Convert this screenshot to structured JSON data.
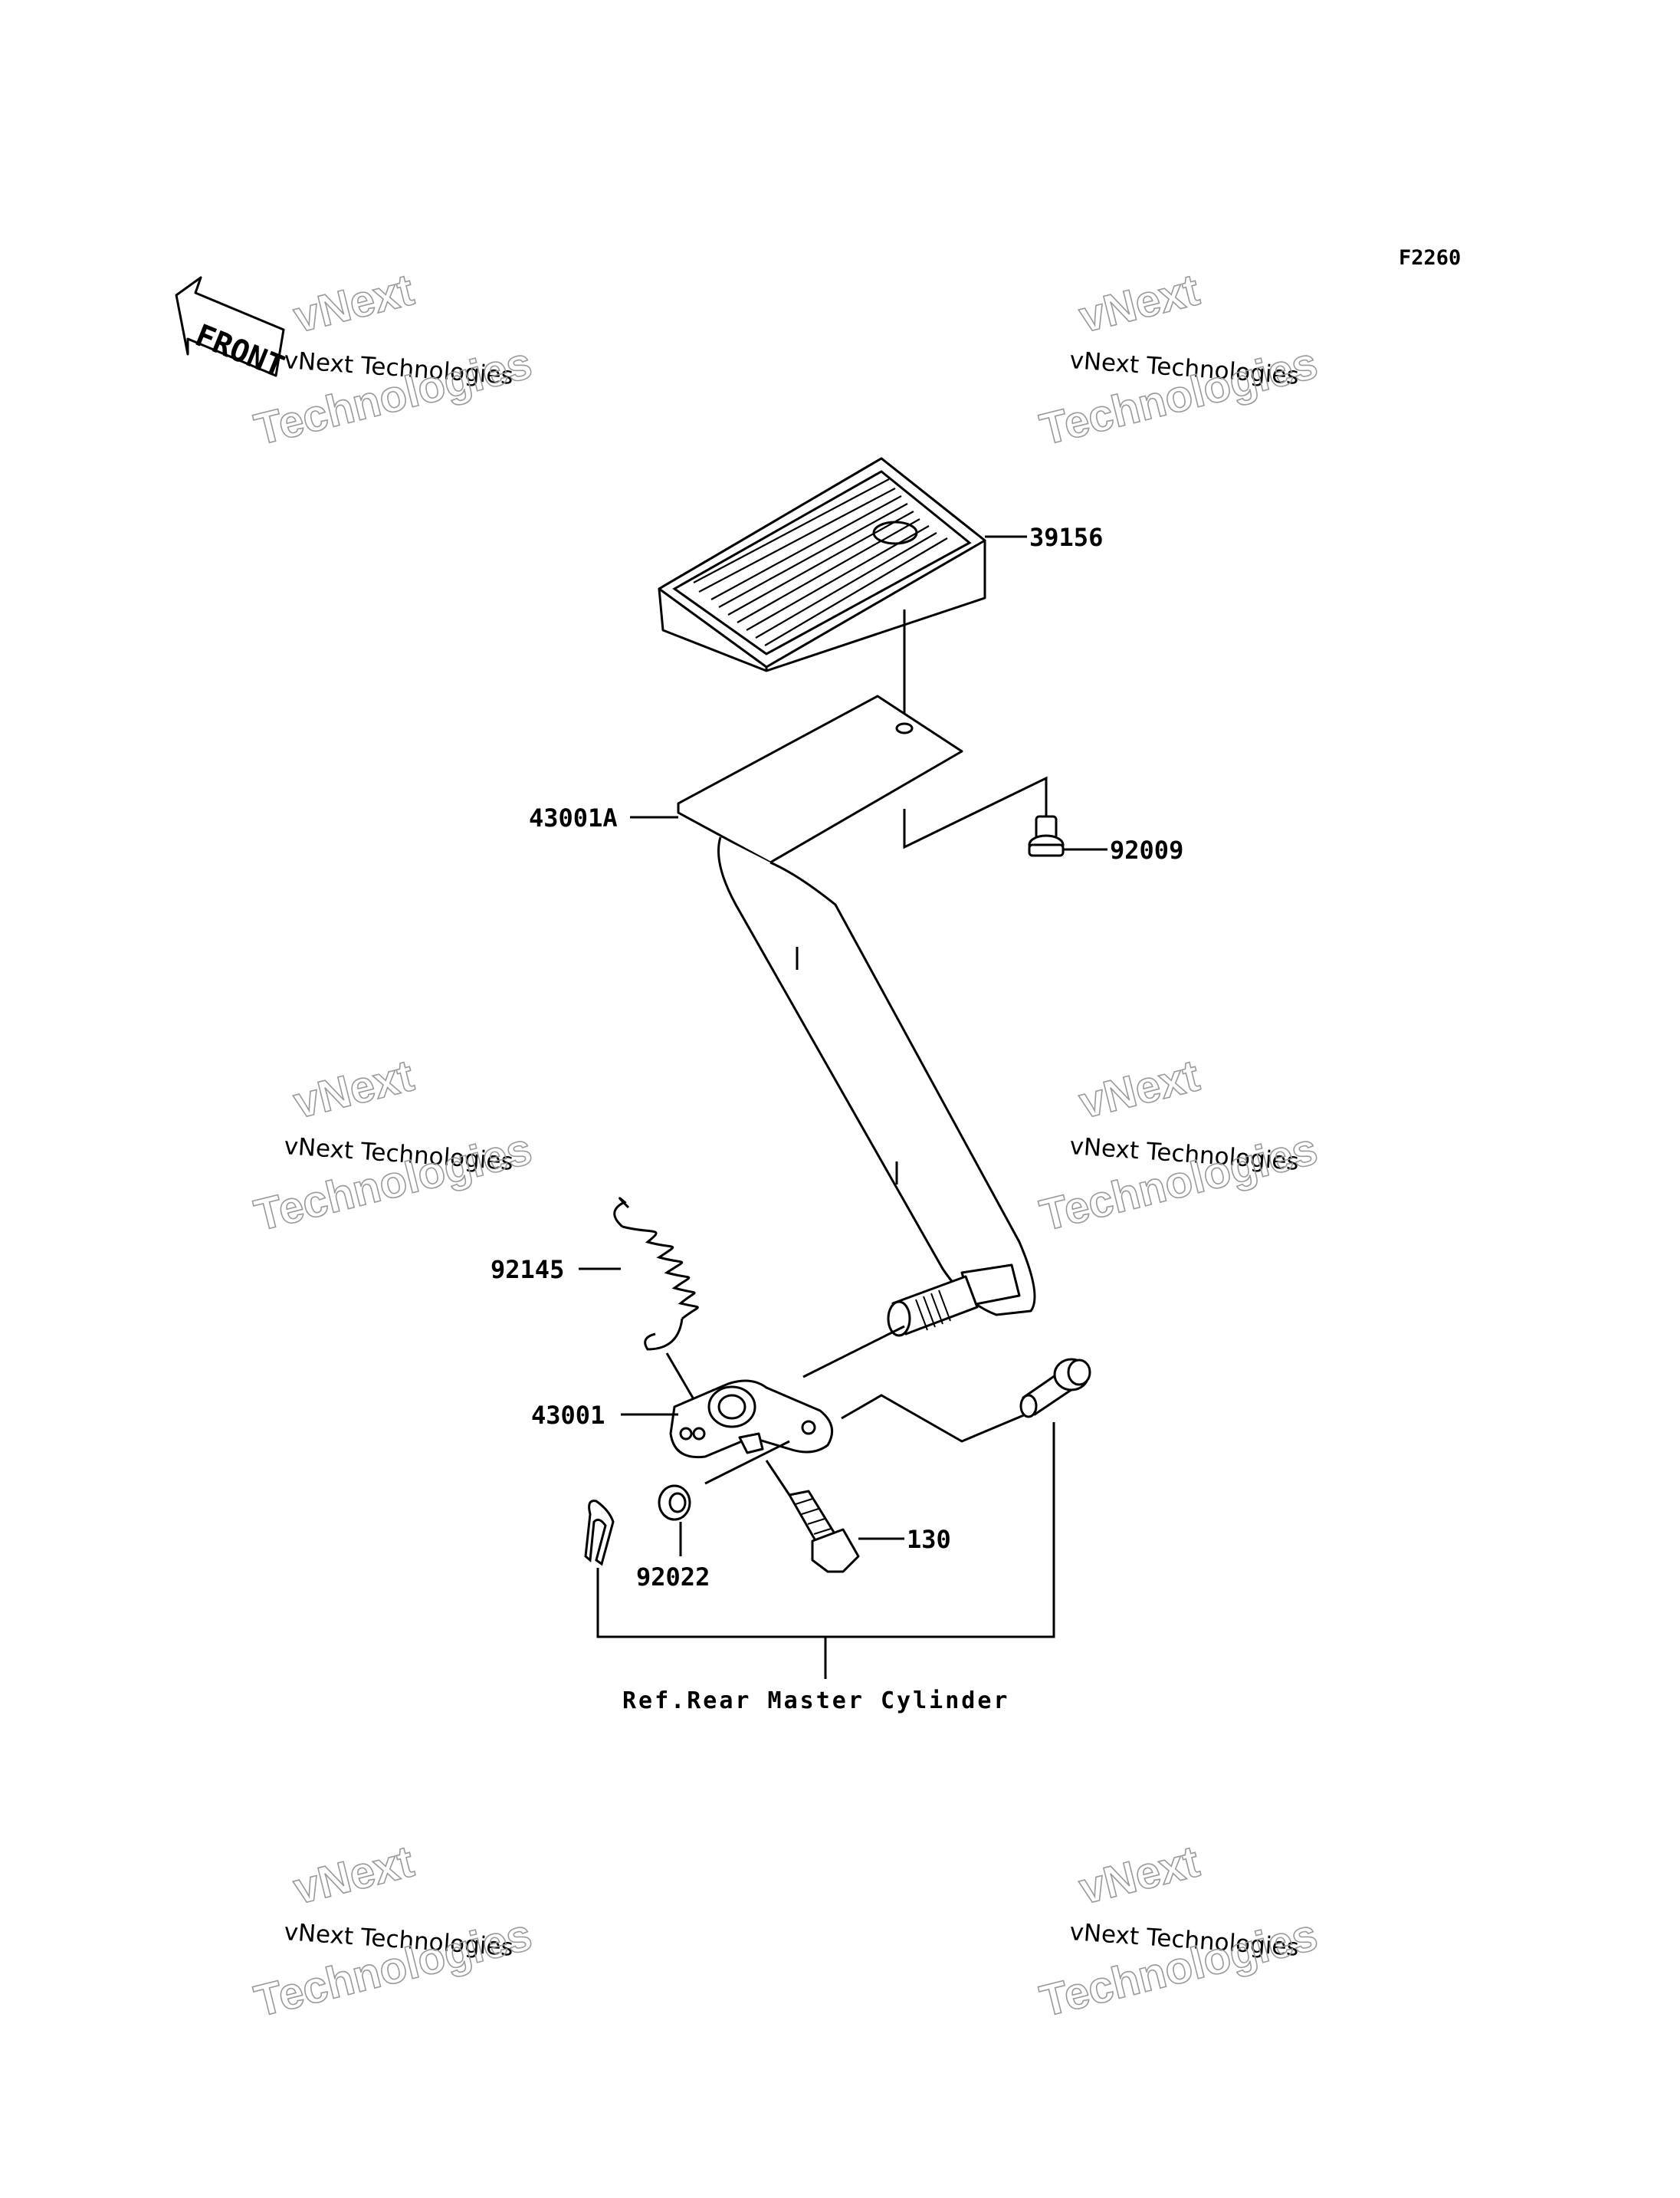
{
  "diagram": {
    "code": "F2260",
    "front_label": "FRONT",
    "reference": "Ref.Rear Master Cylinder",
    "parts": [
      {
        "id": "39156"
      },
      {
        "id": "43001A"
      },
      {
        "id": "92009"
      },
      {
        "id": "92145"
      },
      {
        "id": "43001"
      },
      {
        "id": "130"
      },
      {
        "id": "92022"
      }
    ]
  },
  "watermark": {
    "company": "vNext Technologies",
    "word1": "vNext",
    "word2": "Technologies"
  }
}
